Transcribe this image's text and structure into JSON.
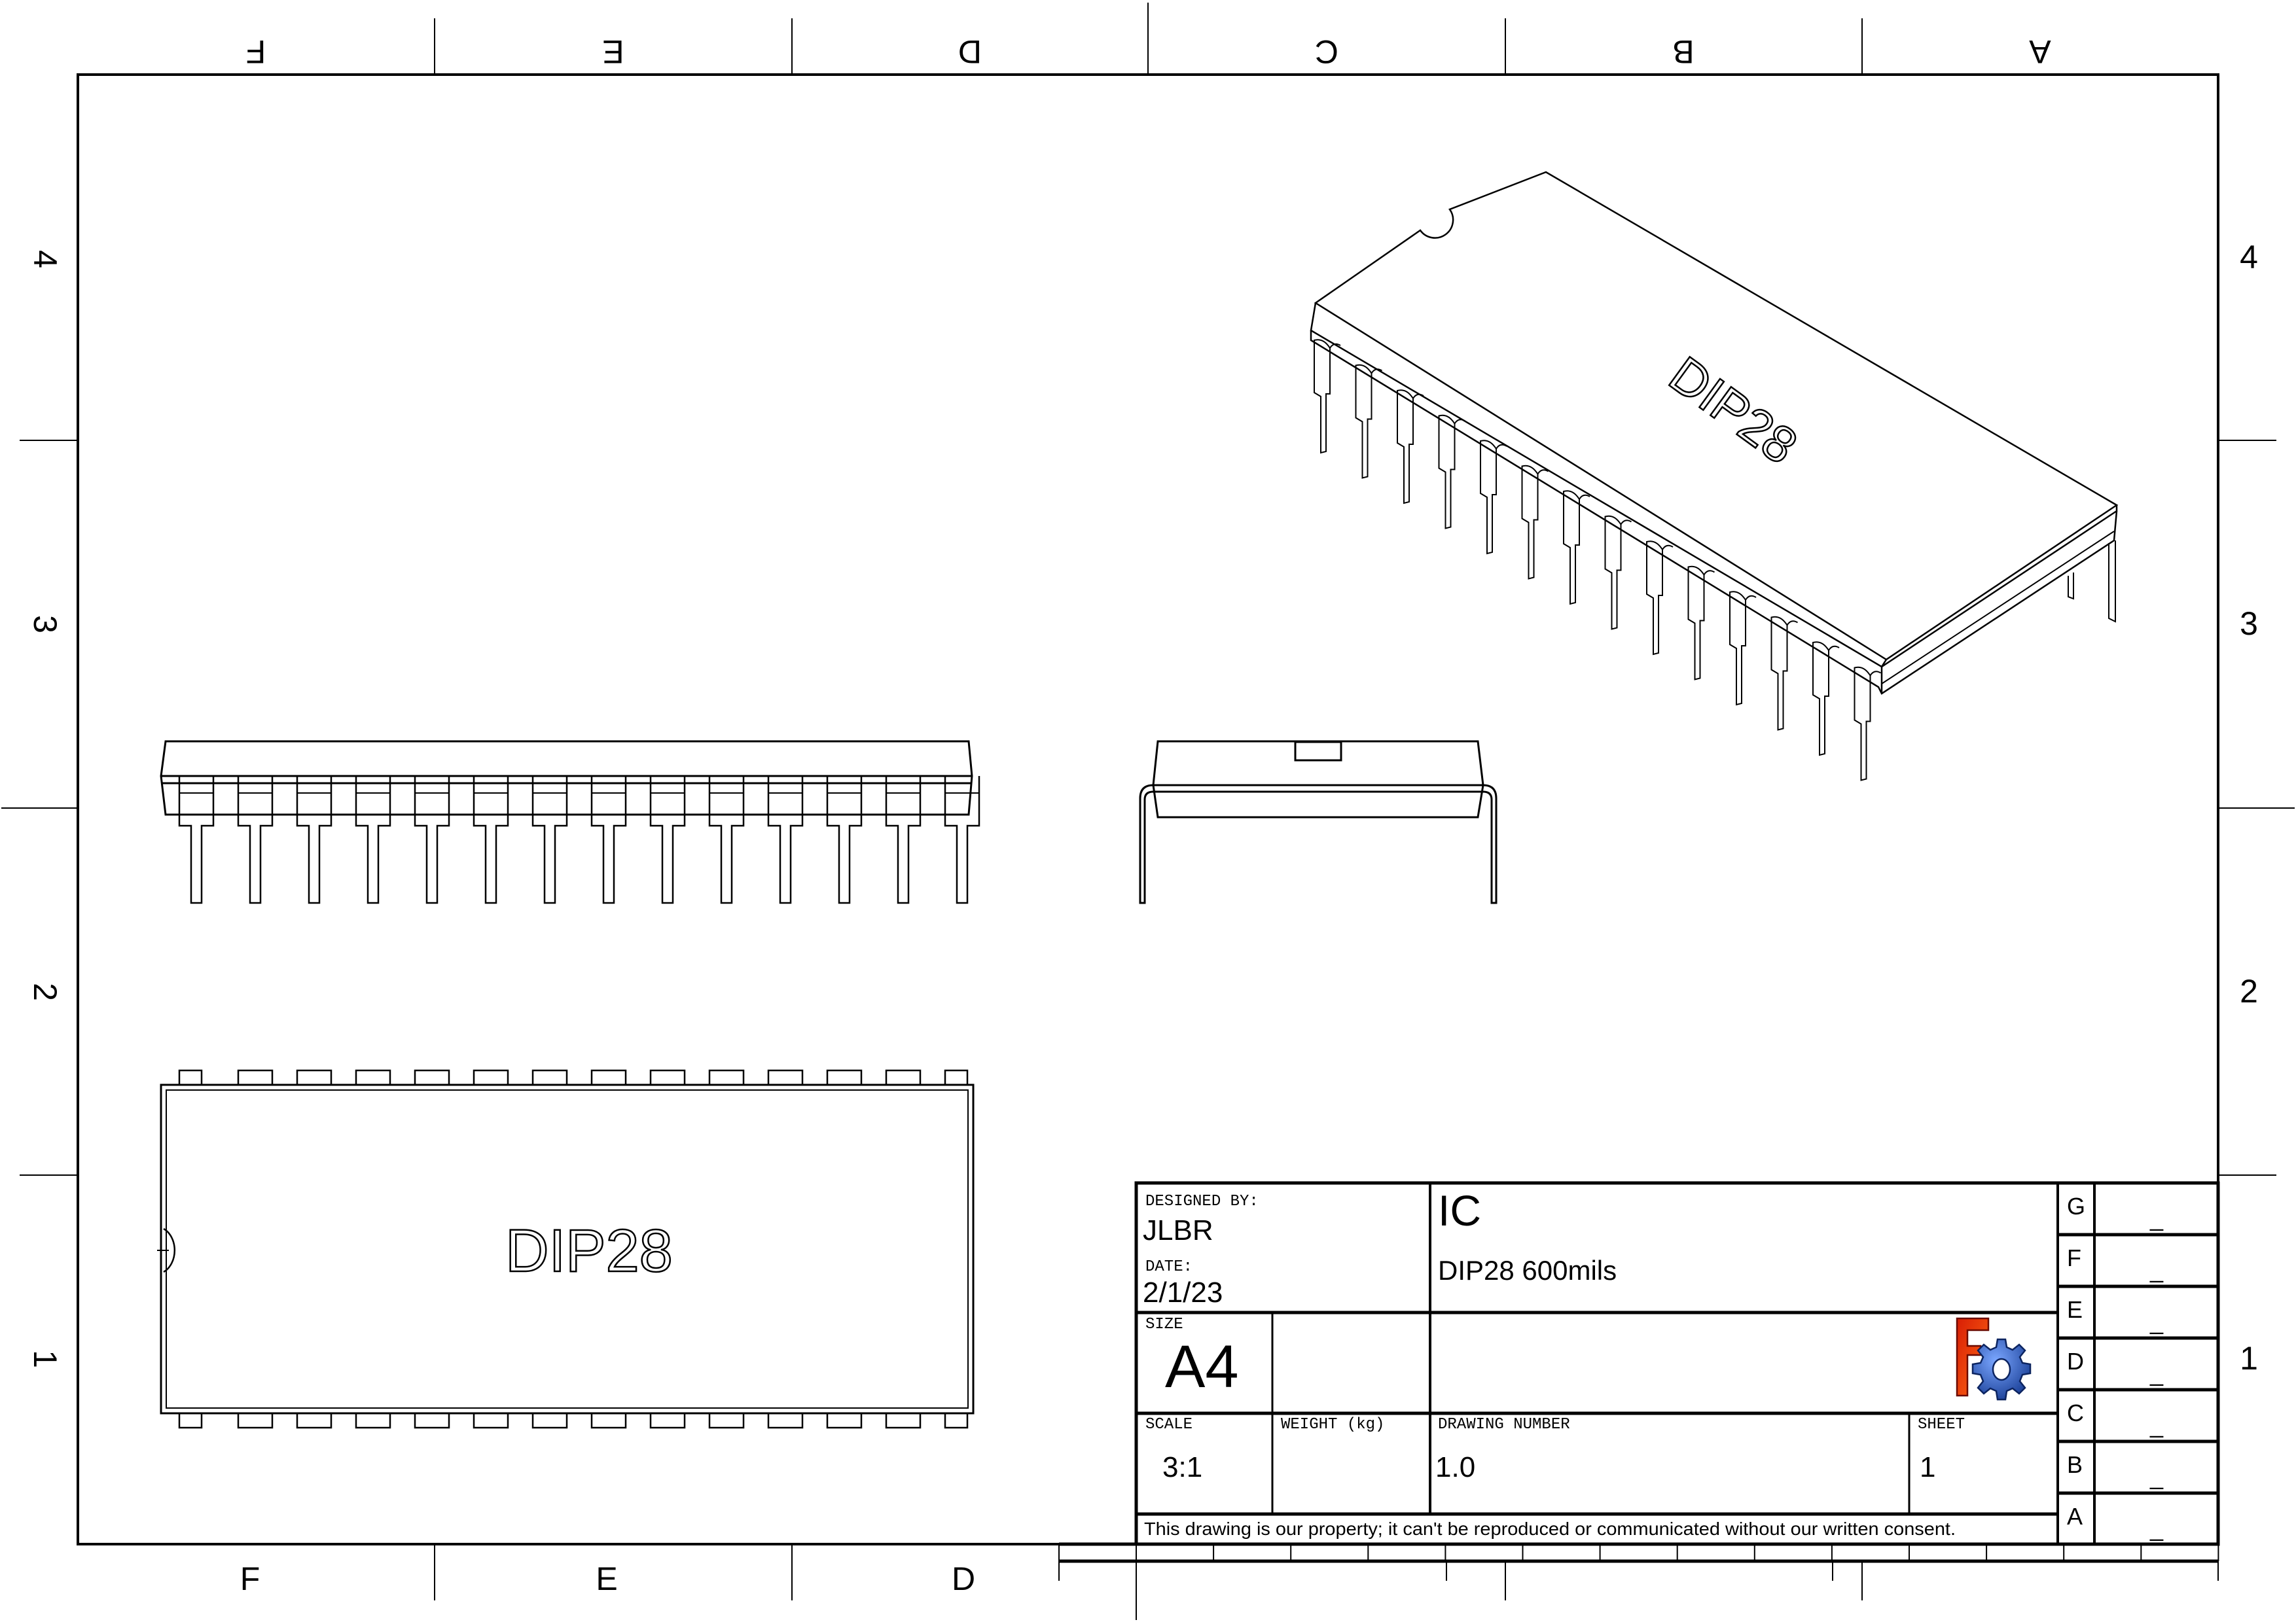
{
  "sheet": {
    "border_columns_top": [
      "F",
      "E",
      "D",
      "C",
      "B",
      "A"
    ],
    "border_columns_bottom": [
      "F",
      "E",
      "D"
    ],
    "border_rows_left": [
      "4",
      "3",
      "2",
      "1"
    ],
    "border_rows_right": [
      "4",
      "3",
      "2",
      "1"
    ]
  },
  "views": {
    "isometric_label": "DIP28",
    "top_label": "DIP28",
    "pin_count": 28,
    "pins_per_side": 14
  },
  "title_block": {
    "designed_by_label": "DESIGNED BY:",
    "designed_by": "JLBR",
    "date_label": "DATE:",
    "date": "2/1/23",
    "title": "IC",
    "subtitle": "DIP28 600mils",
    "size_label": "SIZE",
    "size": "A4",
    "scale_label": "SCALE",
    "scale": "3:1",
    "weight_label": "WEIGHT (kg)",
    "weight": "",
    "drawing_number_label": "DRAWING NUMBER",
    "drawing_number": "1.0",
    "sheet_label": "SHEET",
    "sheet": "1",
    "disclaimer": "This drawing is our property; it can't be reproduced or communicated without our written consent.",
    "revisions": [
      {
        "letter": "G",
        "value": "_"
      },
      {
        "letter": "F",
        "value": "_"
      },
      {
        "letter": "E",
        "value": "_"
      },
      {
        "letter": "D",
        "value": "_"
      },
      {
        "letter": "C",
        "value": "_"
      },
      {
        "letter": "B",
        "value": "_"
      },
      {
        "letter": "A",
        "value": "_"
      }
    ],
    "logo": "freecad-logo",
    "logo_colors": {
      "letter": "#e8380d",
      "gear": "#1f4fa8"
    }
  }
}
